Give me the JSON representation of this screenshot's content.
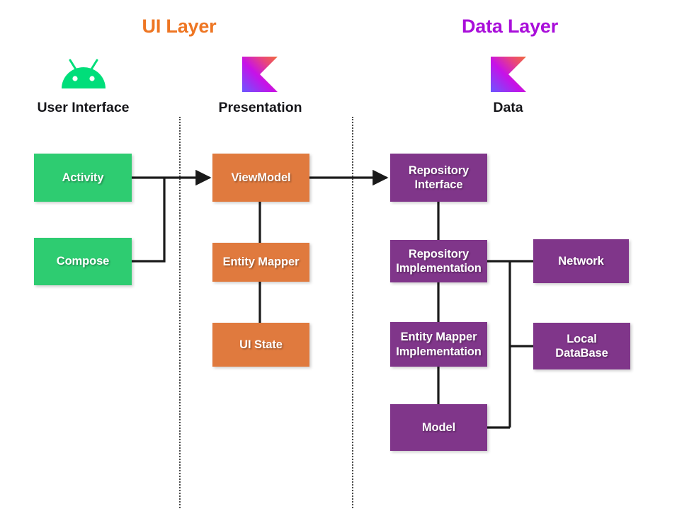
{
  "diagram": {
    "background": "#ffffff",
    "layers": [
      {
        "id": "ui",
        "title": "UI Layer",
        "color": "#EE7623"
      },
      {
        "id": "data",
        "title": "Data Layer",
        "color": "#A90EDA"
      }
    ],
    "columns": [
      {
        "id": "user-interface",
        "heading": "User Interface",
        "icon": "android-robot-icon"
      },
      {
        "id": "presentation",
        "heading": "Presentation",
        "icon": "kotlin-logo-icon"
      },
      {
        "id": "data",
        "heading": "Data",
        "icon": "kotlin-logo-icon"
      }
    ],
    "nodes": [
      {
        "id": "activity",
        "label": "Activity",
        "color": "#2ECC71",
        "column": "user-interface"
      },
      {
        "id": "compose",
        "label": "Compose",
        "color": "#2ECC71",
        "column": "user-interface"
      },
      {
        "id": "viewmodel",
        "label": "ViewModel",
        "color": "#E07A3E",
        "column": "presentation"
      },
      {
        "id": "entity-mapper",
        "label": "Entity Mapper",
        "color": "#E07A3E",
        "column": "presentation"
      },
      {
        "id": "ui-state",
        "label": "UI State",
        "color": "#E07A3E",
        "column": "presentation"
      },
      {
        "id": "repository-interface",
        "label": "Repository\nInterface",
        "line1": "Repository",
        "line2": "Interface",
        "color": "#80368A",
        "column": "data"
      },
      {
        "id": "repository-implementation",
        "label": "Repository\nImplementation",
        "line1": "Repository",
        "line2": "Implementation",
        "color": "#80368A",
        "column": "data"
      },
      {
        "id": "entity-mapper-implementation",
        "label": "Entity Mapper\nImplementation",
        "line1": "Entity Mapper",
        "line2": "Implementation",
        "color": "#80368A",
        "column": "data"
      },
      {
        "id": "model",
        "label": "Model",
        "color": "#80368A",
        "column": "data"
      },
      {
        "id": "network",
        "label": "Network",
        "color": "#80368A",
        "column": "data"
      },
      {
        "id": "local-database",
        "label": "Local\nDataBase",
        "line1": "Local",
        "line2": "DataBase",
        "color": "#80368A",
        "column": "data"
      }
    ],
    "connections": [
      {
        "from": "activity",
        "to": "viewmodel",
        "arrow": true
      },
      {
        "from": "compose",
        "to": "viewmodel",
        "arrow": true
      },
      {
        "from": "viewmodel",
        "to": "repository-interface",
        "arrow": true
      },
      {
        "from": "viewmodel",
        "to": "entity-mapper",
        "arrow": false
      },
      {
        "from": "entity-mapper",
        "to": "ui-state",
        "arrow": false
      },
      {
        "from": "repository-interface",
        "to": "repository-implementation",
        "arrow": false
      },
      {
        "from": "repository-implementation",
        "to": "entity-mapper-implementation",
        "arrow": false
      },
      {
        "from": "entity-mapper-implementation",
        "to": "model",
        "arrow": false
      },
      {
        "from": "repository-implementation",
        "to": "network",
        "arrow": false
      },
      {
        "from": "repository-implementation",
        "to": "local-database",
        "arrow": false
      },
      {
        "from": "model",
        "to": "local-database",
        "arrow": false
      }
    ],
    "connector_color": "#1a1a1a",
    "divider_style": "dotted",
    "divider_color": "#4a4a4a"
  }
}
